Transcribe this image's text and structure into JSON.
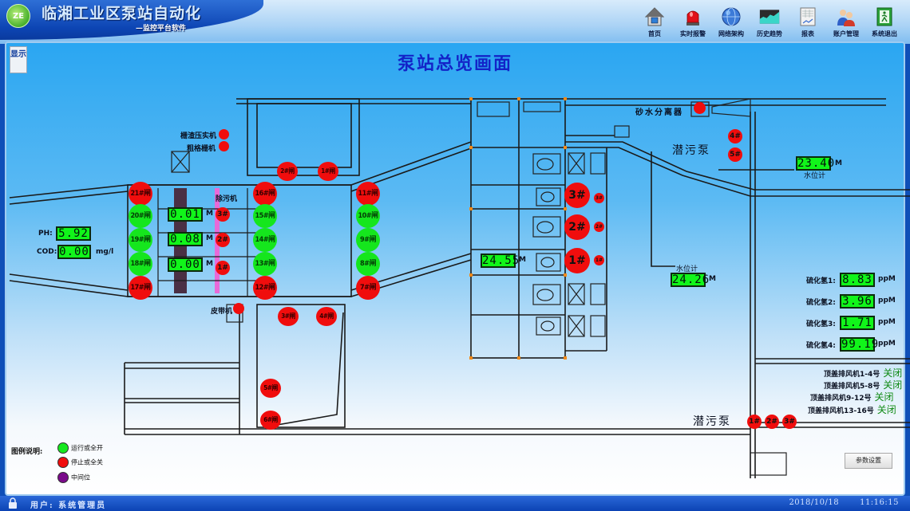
{
  "header": {
    "logo_text": "ZE",
    "title": "临湘工业区泵站自动化",
    "subtitle": "—监控平台软件",
    "toolbar": [
      {
        "id": "home",
        "icon": "home-icon",
        "label": "首页"
      },
      {
        "id": "alarm",
        "icon": "alarm-siren-icon",
        "label": "实时报警"
      },
      {
        "id": "network",
        "icon": "globe-network-icon",
        "label": "网络架构"
      },
      {
        "id": "trend",
        "icon": "trend-chart-icon",
        "label": "历史趋势"
      },
      {
        "id": "report",
        "icon": "report-sheet-icon",
        "label": "报表"
      },
      {
        "id": "accounts",
        "icon": "users-icon",
        "label": "账户管理"
      },
      {
        "id": "exit",
        "icon": "exit-door-icon",
        "label": "系统退出"
      }
    ]
  },
  "show_button": {
    "label": "显示"
  },
  "page_title": "泵站总览画面",
  "left_panel": {
    "ph_label": "PH:",
    "ph_value": "5.92",
    "cod_label": "COD:",
    "cod_value": "0.00",
    "cod_unit": "mg/l"
  },
  "equipment_labels": {
    "compactor": "栅渣压实机",
    "coarse_screen": "粗格栅机",
    "sewage_machine": "除污机",
    "belt_conveyor": "皮带机",
    "sand_separator": "砂水分离器",
    "submersible_pump_top": "潜污泵",
    "submersible_pump_bottom": "潜污泵",
    "water_level_meter": "水位计"
  },
  "gates_left": [
    {
      "label": "21#闸",
      "state": "off"
    },
    {
      "label": "20#闸",
      "state": "on"
    },
    {
      "label": "19#闸",
      "state": "on"
    },
    {
      "label": "18#闸",
      "state": "on"
    },
    {
      "label": "17#闸",
      "state": "off"
    }
  ],
  "gates_mid": [
    {
      "label": "16#闸",
      "state": "off"
    },
    {
      "label": "15#闸",
      "state": "on"
    },
    {
      "label": "14#闸",
      "state": "on"
    },
    {
      "label": "13#闸",
      "state": "on"
    },
    {
      "label": "12#闸",
      "state": "off"
    }
  ],
  "gates_right": [
    {
      "label": "11#闸",
      "state": "off"
    },
    {
      "label": "10#闸",
      "state": "on"
    },
    {
      "label": "9#闸",
      "state": "on"
    },
    {
      "label": "8#闸",
      "state": "on"
    },
    {
      "label": "7#闸",
      "state": "off"
    }
  ],
  "gates_top": [
    {
      "label": "2#闸",
      "state": "off"
    },
    {
      "label": "1#闸",
      "state": "off"
    }
  ],
  "gates_bottom": [
    {
      "label": "3#闸",
      "state": "off"
    },
    {
      "label": "4#闸",
      "state": "off"
    }
  ],
  "gates_lower": [
    {
      "label": "5#闸",
      "state": "off"
    },
    {
      "label": "6#闸",
      "state": "off"
    }
  ],
  "screen_levels": [
    {
      "value": "0.01",
      "unit": "M",
      "pump": "3#"
    },
    {
      "value": "0.08",
      "unit": "M",
      "pump": "2#"
    },
    {
      "value": "0.00",
      "unit": "M",
      "pump": "1#"
    }
  ],
  "main_pumps": [
    {
      "label": "3#",
      "small": "3#"
    },
    {
      "label": "2#",
      "small": "2#"
    },
    {
      "label": "1#",
      "small": "1#"
    }
  ],
  "well_level": {
    "value": "24.55",
    "unit": "M"
  },
  "water_level_mid": {
    "value": "24.26",
    "unit": "M",
    "label": "水位计"
  },
  "water_level_right": {
    "value": "23.40",
    "unit": "M",
    "label": "水位计"
  },
  "sub_pumps_top": [
    {
      "label": "4#"
    },
    {
      "label": "5#"
    }
  ],
  "sub_pumps_bottom": [
    {
      "label": "1#"
    },
    {
      "label": "2#"
    },
    {
      "label": "3#"
    }
  ],
  "h2s": [
    {
      "label": "硫化氢1:",
      "value": "8.83",
      "unit": "ppM"
    },
    {
      "label": "硫化氢2:",
      "value": "3.96",
      "unit": "ppM"
    },
    {
      "label": "硫化氢3:",
      "value": "1.71",
      "unit": "ppM"
    },
    {
      "label": "硫化氢4:",
      "value": "99.19",
      "unit": "ppM"
    }
  ],
  "roof_fans": [
    {
      "label": "顶盖排风机1-4号",
      "state": "关闭"
    },
    {
      "label": "顶盖排风机5-8号",
      "state": "关闭"
    },
    {
      "label": "顶盖排风机9-12号",
      "state": "关闭"
    },
    {
      "label": "顶盖排风机13-16号",
      "state": "关闭"
    }
  ],
  "param_button": {
    "label": "参数设置"
  },
  "legend": {
    "title": "图例说明:",
    "items": [
      {
        "label": "运行或全开",
        "color": "#16e81e"
      },
      {
        "label": "停止或全关",
        "color": "#f00d0d"
      },
      {
        "label": "中间位",
        "color": "#7a0a8a"
      }
    ]
  },
  "status": {
    "user": "用户: 系统管理员",
    "date": "2018/10/18",
    "time": "11:16:15"
  }
}
